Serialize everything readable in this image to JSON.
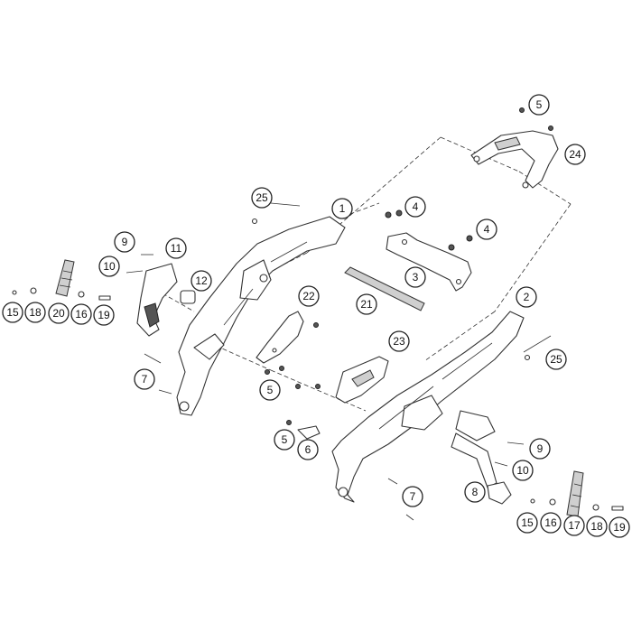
{
  "callouts": [
    {
      "id": "c1",
      "label": "1"
    },
    {
      "id": "c2",
      "label": "2"
    },
    {
      "id": "c3",
      "label": "3"
    },
    {
      "id": "c4a",
      "label": "4"
    },
    {
      "id": "c4b",
      "label": "4"
    },
    {
      "id": "c5a",
      "label": "5"
    },
    {
      "id": "c5b",
      "label": "5"
    },
    {
      "id": "c5c",
      "label": "5"
    },
    {
      "id": "c6",
      "label": "6"
    },
    {
      "id": "c7a",
      "label": "7"
    },
    {
      "id": "c7b",
      "label": "7"
    },
    {
      "id": "c8",
      "label": "8"
    },
    {
      "id": "c9a",
      "label": "9"
    },
    {
      "id": "c9b",
      "label": "9"
    },
    {
      "id": "c10a",
      "label": "10"
    },
    {
      "id": "c10b",
      "label": "10"
    },
    {
      "id": "c11",
      "label": "11"
    },
    {
      "id": "c12",
      "label": "12"
    },
    {
      "id": "c15a",
      "label": "15"
    },
    {
      "id": "c15b",
      "label": "15"
    },
    {
      "id": "c16a",
      "label": "16"
    },
    {
      "id": "c16b",
      "label": "16"
    },
    {
      "id": "c17",
      "label": "17"
    },
    {
      "id": "c18a",
      "label": "18"
    },
    {
      "id": "c18b",
      "label": "18"
    },
    {
      "id": "c19a",
      "label": "19"
    },
    {
      "id": "c19b",
      "label": "19"
    },
    {
      "id": "c20",
      "label": "20"
    },
    {
      "id": "c21",
      "label": "21"
    },
    {
      "id": "c22",
      "label": "22"
    },
    {
      "id": "c23",
      "label": "23"
    },
    {
      "id": "c24",
      "label": "24"
    },
    {
      "id": "c25a",
      "label": "25"
    },
    {
      "id": "c25b",
      "label": "25"
    }
  ]
}
